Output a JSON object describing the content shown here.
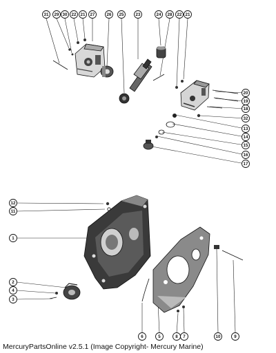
{
  "callouts": {
    "c31": "31",
    "c29": "29",
    "c30": "30",
    "c22a": "22",
    "c21a": "21",
    "c27": "27",
    "c26": "26",
    "c25": "25",
    "c23": "23",
    "c24": "24",
    "c28": "28",
    "c22b": "22",
    "c21b": "21",
    "c20": "20",
    "c19": "19",
    "c18": "18",
    "c32": "32",
    "c13": "13",
    "c14": "14",
    "c15": "15",
    "c16": "16",
    "c17": "17",
    "c12": "12",
    "c11": "11",
    "c1": "1",
    "c2": "2",
    "c4": "4",
    "c3": "3",
    "c6": "6",
    "c5": "5",
    "c8": "8",
    "c7": "7",
    "c10": "10",
    "c9": "9"
  },
  "footer": "MercuryPartsOnline v2.5.1 (Image Copyright- Mercury Marine)"
}
